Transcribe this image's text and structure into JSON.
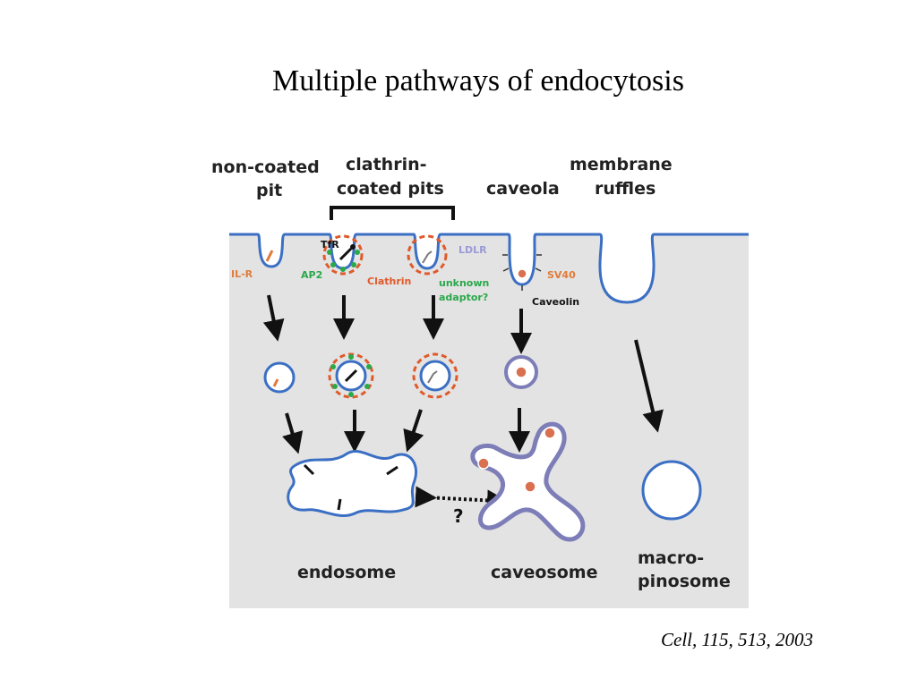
{
  "title": "Multiple pathways of endocytosis",
  "citation": "Cell, 115, 513, 2003",
  "headers": {
    "non_coated_line1": "non-coated",
    "non_coated_line2": "pit",
    "clathrin_line1": "clathrin-",
    "clathrin_line2": "coated pits",
    "caveola": "caveola",
    "membrane_line1": "membrane",
    "membrane_line2": "ruffles"
  },
  "molecule_labels": {
    "tfr": "TfR",
    "ldlr": "LDLR",
    "il_r": "IL-R",
    "ap2": "AP2",
    "clathrin": "Clathrin",
    "unknown_line1": "unknown",
    "unknown_line2": "adaptor?",
    "sv40": "SV40",
    "caveolin": "Caveolin"
  },
  "compartments": {
    "endosome": "endosome",
    "caveosome": "caveosome",
    "macro_line1": "macro-",
    "macro_line2": "pinosome",
    "question": "?"
  },
  "colors": {
    "membrane": "#3b6fc4",
    "cytoplasm": "#e3e3e3",
    "clathrin": "#e05a2b",
    "ap2": "#2aa84a",
    "caveolin": "#7d7db8",
    "sv40": "#d9704f",
    "label_orange": "#e07b39",
    "label_green": "#2aa84a",
    "label_lavender": "#9a9ad6"
  }
}
